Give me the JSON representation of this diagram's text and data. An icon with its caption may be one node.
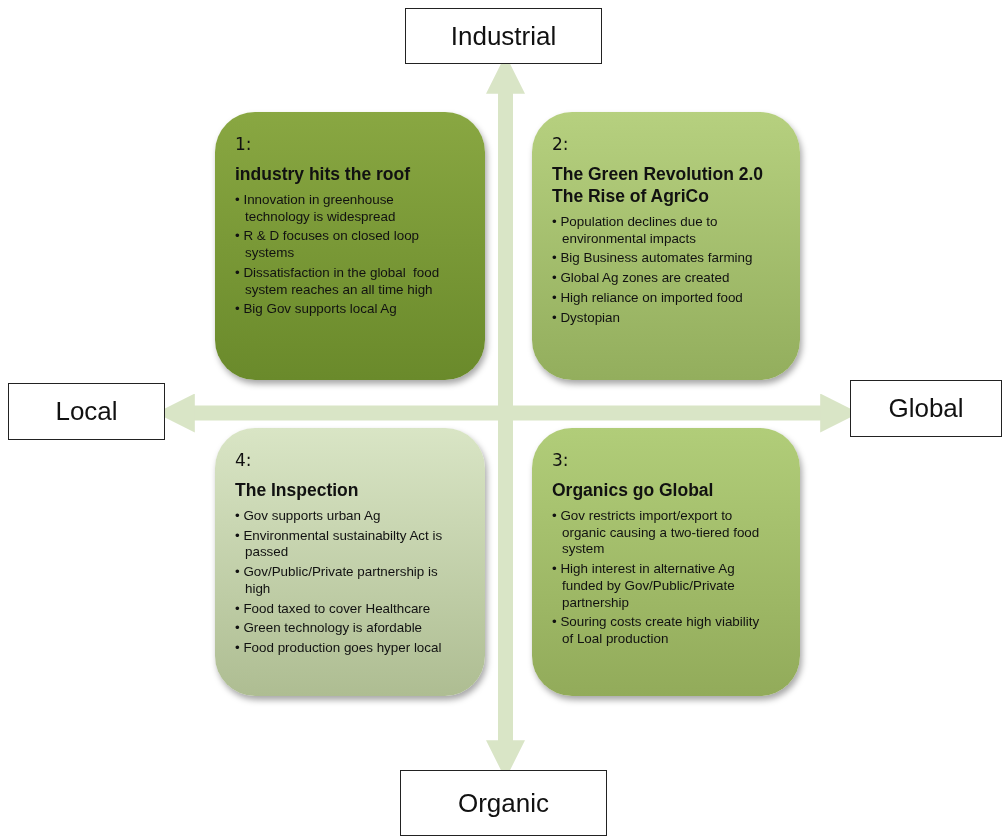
{
  "diagram": {
    "nodes": [
      {
        "text": [
          "Industrial"
        ]
      },
      {
        "text": [
          "1:",
          "industry hits the roof",
          "• Innovation in greenhouse technology is widespread",
          "• R & D focuses on closed loop systems",
          "• Dissatisfaction in the global  food system reaches an all time high",
          "• Big Gov supports local Ag"
        ]
      },
      {
        "text": [
          "2:",
          "The Green Revolution 2.0 The Rise of AgriCo",
          "• Population declines due to environmental impacts",
          "• Big Business automates farming",
          "• Global Ag zones are created",
          "• High reliance on imported food",
          "• Dystopian"
        ]
      },
      {
        "text": [
          "Local"
        ]
      },
      {
        "text": [
          "Global"
        ]
      },
      {
        "text": [
          "4:",
          "The Inspection",
          "• Gov supports urban Ag",
          "• Environmental sustainabilty Act is passed",
          "• Gov/Public/Private partnership is high",
          "• Food taxed to cover Healthcare",
          "• Green technology is afordable",
          "• Food production goes hyper local"
        ]
      },
      {
        "text": [
          "3:",
          "Organics go Global",
          "• Gov restricts import/export to organic causing a two-tiered food system",
          "• High interest in alternative Ag funded by Gov/Public/Private partnership",
          "• Souring costs create high viability of Loal production"
        ]
      },
      {
        "text": [
          "Organic"
        ]
      }
    ],
    "edges": [
      {
        "from": 3,
        "to": 4,
        "arrow": "both"
      },
      {
        "from": 0,
        "to": 7,
        "arrow": "both"
      }
    ]
  }
}
